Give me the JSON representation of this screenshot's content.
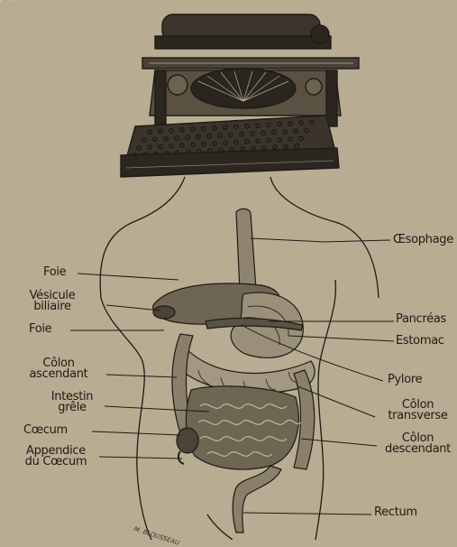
{
  "figure": {
    "left_labels": {
      "foie_1": "Foie",
      "vesicule_1": "Vésicule",
      "vesicule_2": "biliaire",
      "foie_2": "Foie",
      "colon_asc_1": "Côlon",
      "colon_asc_2": "ascendant",
      "intestin_1": "Intestin",
      "intestin_2": "grêle",
      "caecum": "Cœcum",
      "appendice_1": "Appendice",
      "appendice_2": "du Cœcum"
    },
    "right_labels": {
      "oesophage": "Œsophage",
      "pancreas": "Pancréas",
      "estomac": "Estomac",
      "pylore": "Pylore",
      "colon_trans_1": "Côlon",
      "colon_trans_2": "transverse",
      "colon_desc_1": "Côlon",
      "colon_desc_2": "descendant",
      "rectum": "Rectum"
    },
    "signature": "M. BLOUSSEAU"
  },
  "colors": {
    "paper": "#b8ad92",
    "ink": "#1e1b16"
  }
}
